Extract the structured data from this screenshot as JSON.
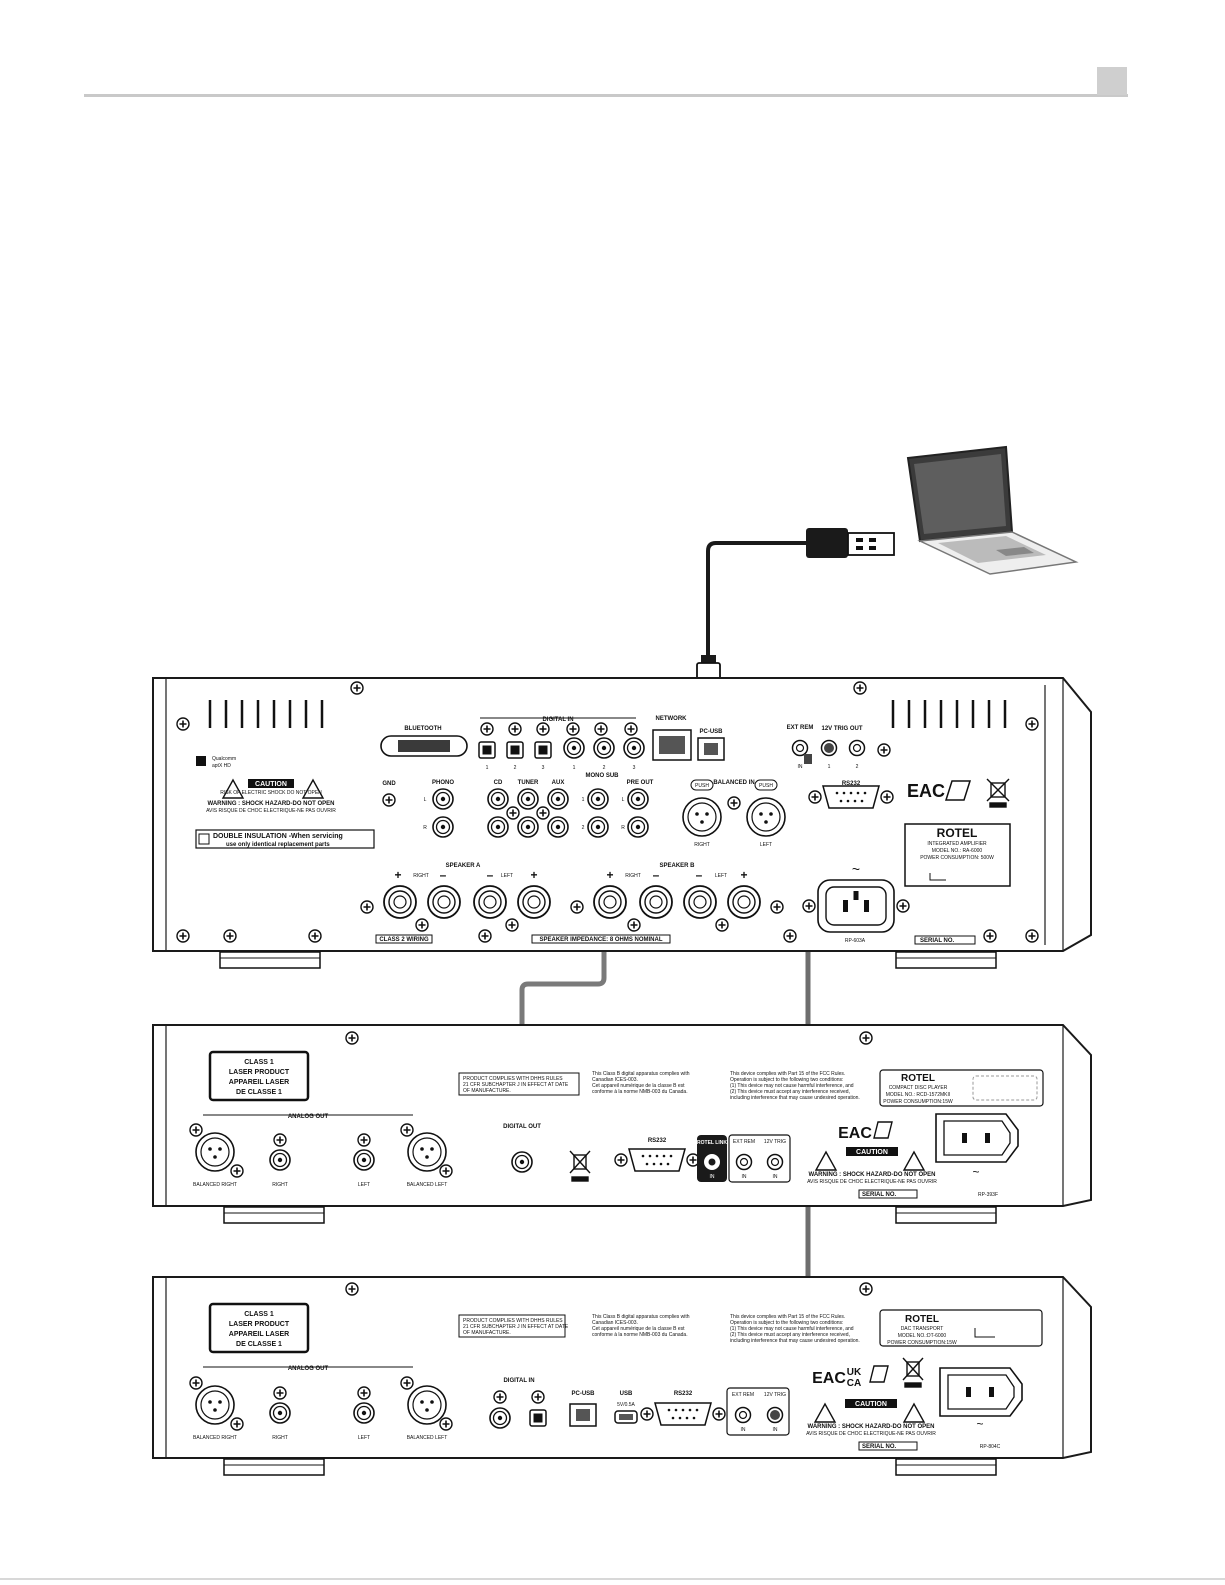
{
  "amplifier": {
    "bluetooth": "BLUETOOTH",
    "digital_in": "DIGITAL IN",
    "network": "NETWORK",
    "pc_usb": "PC-USB",
    "ext_rem": "EXT REM",
    "trig_out": "12V TRIG OUT",
    "in": "IN",
    "trig_1": "1",
    "trig_2": "2",
    "digital_nums": [
      "1",
      "2",
      "3",
      "1",
      "2",
      "3"
    ],
    "qualcomm": "Qualcomm",
    "aptx": "aptX HD",
    "caution": "CAUTION",
    "risk": "RISK OF ELECTRIC SHOCK DO NOT OPEN",
    "warning": "WARNING : SHOCK HAZARD-DO NOT OPEN",
    "avis": "AVIS RISQUE DE CHOC ELECTRIQUE-NE PAS OUVRIR",
    "double_insulation": "DOUBLE INSULATION -When servicing",
    "double_insulation_2": "use only identical replacement parts",
    "gnd": "GND",
    "phono": "PHONO",
    "cd": "CD",
    "tuner": "TUNER",
    "aux": "AUX",
    "mono_sub": "MONO SUB",
    "pre_out": "PRE OUT",
    "balanced_in": "BALANCED IN",
    "push": "PUSH",
    "right": "RIGHT",
    "left": "LEFT",
    "l": "L",
    "r": "R",
    "rs232": "RS232",
    "speaker_a": "SPEAKER  A",
    "speaker_b": "SPEAKER  B",
    "class2": "CLASS 2 WIRING",
    "impedance": "SPEAKER IMPEDANCE: 8 OHMS NOMINAL",
    "serial": "SERIAL NO.",
    "model_code": "RP-603A",
    "brand": "ROTEL",
    "desc": "INTEGRATED AMPLIFIER",
    "model": "MODEL NO.: RA-6000",
    "power": "POWER CONSUMPTION: 500W",
    "eac": "EAC"
  },
  "cd_player": {
    "laser": [
      "CLASS 1",
      "LASER PRODUCT",
      "APPAREIL LASER",
      "DE CLASSE 1"
    ],
    "analog_out": "ANALOG OUT",
    "balanced_right": "BALANCED RIGHT",
    "right": "RIGHT",
    "left": "LEFT",
    "balanced_left": "BALANCED LEFT",
    "dhhs": [
      "PRODUCT COMPLIES WITH DHHS RULES",
      "21 CFR SUBCHAPTER J IN EFFECT AT DATE",
      "OF MANUFACTURE."
    ],
    "canada": [
      "This Class B digital apparatus complies with",
      "Canadian ICES-003.",
      "Cet appareil numérique de la classe B est",
      "conforme à la norme NMB-003 du Canada."
    ],
    "fcc": [
      "This device complies with Part 15 of the FCC Rules.",
      "Operation is subject to the following two conditions:",
      "(1) This device may not cause harmful interference, and",
      "(2) This device must accept any interference received,",
      "including interference that may cause undesired operation."
    ],
    "digital_out": "DIGITAL OUT",
    "rs232": "RS232",
    "rotel_link": "ROTEL LINK",
    "ext_rem": "EXT REM",
    "trig": "12V TRIG",
    "in": "IN",
    "brand": "ROTEL",
    "desc": "COMPACT DISC PLAYER",
    "model": "MODEL NO.: RCD-1572MKII",
    "power": "POWER CONSUMPTION:15W",
    "caution": "CAUTION",
    "warning": "WARNING : SHOCK HAZARD-DO NOT OPEN",
    "avis": "AVIS RISQUE DE CHOC ELECTRIQUE-NE PAS OUVRIR",
    "serial": "SERIAL NO.",
    "model_code": "RP-393F",
    "eac": "EAC"
  },
  "dac": {
    "laser": [
      "CLASS 1",
      "LASER PRODUCT",
      "APPAREIL LASER",
      "DE CLASSE 1"
    ],
    "analog_out": "ANALOG OUT",
    "balanced_right": "BALANCED RIGHT",
    "right": "RIGHT",
    "left": "LEFT",
    "balanced_left": "BALANCED LEFT",
    "dhhs": [
      "PRODUCT COMPLIES WITH DHHS RULES",
      "21 CFR SUBCHAPTER J IN EFFECT AT DATE",
      "OF MANUFACTURE."
    ],
    "canada": [
      "This Class B digital apparatus complies with",
      "Canadian ICES-003.",
      "Cet appareil numérique de la classe B est",
      "conforme à la norme NMB-003 du Canada."
    ],
    "fcc": [
      "This device complies with Part 15 of the FCC Rules.",
      "Operation is subject to the following two conditions:",
      "(1) This device may not cause harmful interference, and",
      "(2) This device must accept any interference received,",
      "including interference that may cause undesired operation."
    ],
    "digital_in": "DIGITAL IN",
    "pc_usb": "PC-USB",
    "usb": "USB",
    "usb_power": "5V/0.5A",
    "rs232": "RS232",
    "ext_rem": "EXT REM",
    "trig": "12V TRIG",
    "in": "IN",
    "brand": "ROTEL",
    "desc": "DAC TRANSPORT",
    "model": "MODEL NO.:DT-6000",
    "power": "POWER CONSUMPTION:15W",
    "caution": "CAUTION",
    "warning": "WARNING : SHOCK HAZARD-DO NOT OPEN",
    "avis": "AVIS RISQUE DE CHOC ELECTRIQUE-NE PAS OUVRIR",
    "serial": "SERIAL NO.",
    "model_code": "RP-804C",
    "ukca": [
      "UK",
      "CA"
    ],
    "eac": "EAC"
  },
  "colors": {
    "usb_cable": "#1a1a1a",
    "coax_cable": "#7a7a7a",
    "trigger_cable": "#6e6e6e",
    "panel_stroke": "#1a1a1a",
    "header_rule": "#c9c9c9"
  }
}
